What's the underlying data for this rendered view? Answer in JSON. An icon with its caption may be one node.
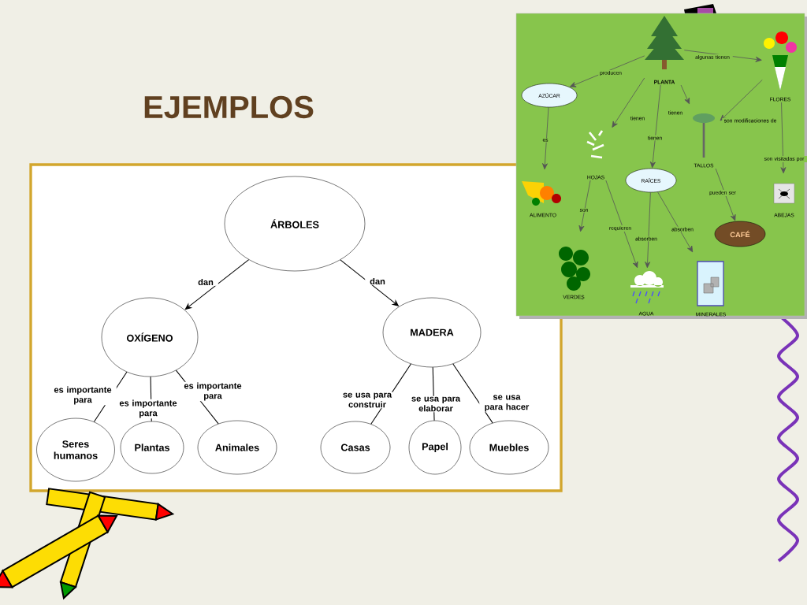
{
  "diagram": {
    "title": "EJEMPLOS",
    "nodes": [
      {
        "text": [
          "ÁRBOLES"
        ]
      },
      {
        "text": [
          "OXÍGENO"
        ]
      },
      {
        "text": [
          "MADERA"
        ]
      },
      {
        "text": [
          "Seres humanos"
        ]
      },
      {
        "text": [
          "Plantas"
        ]
      },
      {
        "text": [
          "Animales"
        ]
      },
      {
        "text": [
          "Casas"
        ]
      },
      {
        "text": [
          "Papel"
        ]
      },
      {
        "text": [
          "Muebles"
        ]
      },
      {
        "text": [
          "PLANTA"
        ]
      },
      {
        "text": [
          "AZÚCAR"
        ]
      },
      {
        "text": [
          "FLORES"
        ]
      },
      {
        "text": [
          "HOJAS"
        ]
      },
      {
        "text": [
          "RAÍCES"
        ]
      },
      {
        "text": [
          "TALLOS"
        ]
      },
      {
        "text": [
          "ALIMENTO"
        ]
      },
      {
        "text": [
          "ABEJAS"
        ]
      },
      {
        "text": [
          "CAFÉ"
        ]
      },
      {
        "text": [
          "VERDES"
        ]
      },
      {
        "text": [
          "AGUA"
        ]
      },
      {
        "text": [
          "MINERALES"
        ]
      }
    ],
    "edges": [
      {
        "from": 0,
        "to": 1,
        "arrow": "to",
        "label": "dan",
        "color": "#000000"
      },
      {
        "from": 0,
        "to": 2,
        "arrow": "to",
        "label": "dan",
        "color": "#000000"
      },
      {
        "from": 1,
        "to": 3,
        "arrow": "none",
        "label": "es importante para",
        "color": "#000000"
      },
      {
        "from": 1,
        "to": 4,
        "arrow": "none",
        "label": "es importante para",
        "color": "#000000"
      },
      {
        "from": 1,
        "to": 5,
        "arrow": "none",
        "label": "es importante para",
        "color": "#000000"
      },
      {
        "from": 2,
        "to": 6,
        "arrow": "none",
        "label": "se usa para construir",
        "color": "#000000"
      },
      {
        "from": 2,
        "to": 7,
        "arrow": "none",
        "label": "se usa para elaborar",
        "color": "#000000"
      },
      {
        "from": 2,
        "to": 8,
        "arrow": "none",
        "label": "se usa para hacer",
        "color": "#000000"
      },
      {
        "from": 9,
        "to": 10,
        "arrow": "to",
        "label": "producen"
      },
      {
        "from": 9,
        "to": 11,
        "arrow": "to",
        "label": "algunas tienen"
      },
      {
        "from": 9,
        "to": 12,
        "arrow": "to",
        "label": "tienen"
      },
      {
        "from": 9,
        "to": 13,
        "arrow": "to",
        "label": "tienen"
      },
      {
        "from": 9,
        "to": 14,
        "arrow": "to",
        "label": "tienen"
      },
      {
        "from": 11,
        "to": 14,
        "arrow": "to",
        "label": "son modificaciones de"
      },
      {
        "from": 11,
        "to": 16,
        "arrow": "to",
        "label": "son visitadas por"
      },
      {
        "from": 10,
        "to": 15,
        "arrow": "to",
        "label": "es"
      },
      {
        "from": 12,
        "to": 18,
        "arrow": "to",
        "label": "son"
      },
      {
        "from": 12,
        "to": 19,
        "arrow": "to",
        "label": "requieren"
      },
      {
        "from": 13,
        "to": 19,
        "arrow": "to",
        "label": "absorben"
      },
      {
        "from": 13,
        "to": 20,
        "arrow": "to",
        "label": "absorben"
      },
      {
        "from": 14,
        "to": 17,
        "arrow": "to",
        "label": "pueden ser"
      }
    ]
  }
}
